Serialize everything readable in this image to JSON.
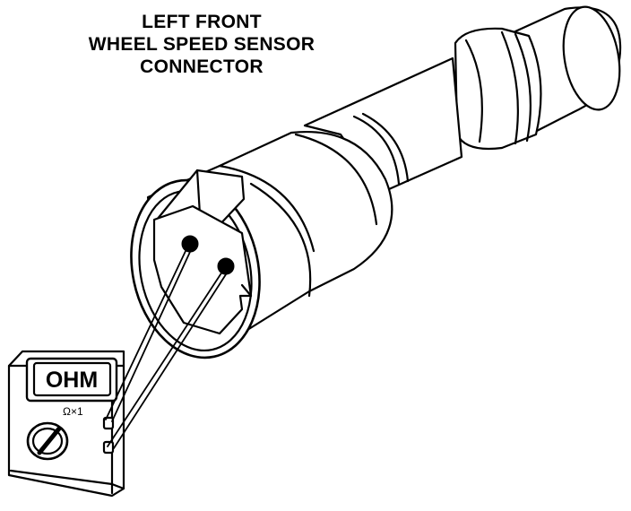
{
  "diagram": {
    "title_lines": [
      "LEFT FRONT",
      "WHEEL SPEED SENSOR",
      "CONNECTOR"
    ],
    "meter_display": "OHM",
    "meter_range": "Ω×1"
  },
  "colors": {
    "ink": "#000000",
    "paper": "#ffffff"
  }
}
